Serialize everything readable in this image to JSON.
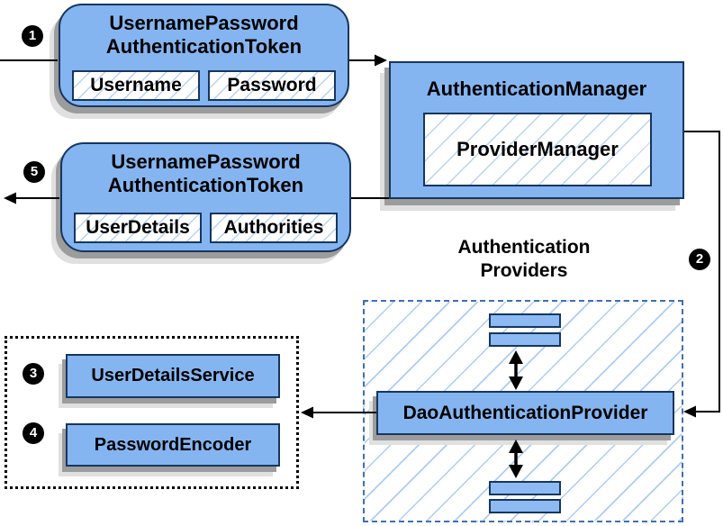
{
  "markers": {
    "step1": "1",
    "step2": "2",
    "step3": "3",
    "step4": "4",
    "step5": "5"
  },
  "request_token": {
    "title_line1": "UsernamePassword",
    "title_line2": "AuthenticationToken",
    "fields": [
      "Username",
      "Password"
    ]
  },
  "authentication_manager": {
    "title": "AuthenticationManager",
    "inner_label": "ProviderManager"
  },
  "response_token": {
    "title_line1": "UsernamePassword",
    "title_line2": "AuthenticationToken",
    "fields": [
      "UserDetails",
      "Authorities"
    ]
  },
  "providers_group": {
    "heading_line1": "Authentication",
    "heading_line2": "Providers",
    "provider_label": "DaoAuthenticationProvider"
  },
  "services_group": {
    "items": [
      "UserDetailsService",
      "PasswordEncoder"
    ]
  },
  "colors": {
    "box_fill": "#85b5f0",
    "box_border": "#16365f",
    "hatch_line": "#b9d3f2",
    "shadow_dark": "#9c9c9c",
    "shadow_light": "#e0e0e0",
    "providers_dashed_border": "#3f6fb5",
    "services_dotted_border": "#000000",
    "connector": "#000000",
    "marker_bg": "#000000",
    "marker_text": "#ffffff"
  }
}
